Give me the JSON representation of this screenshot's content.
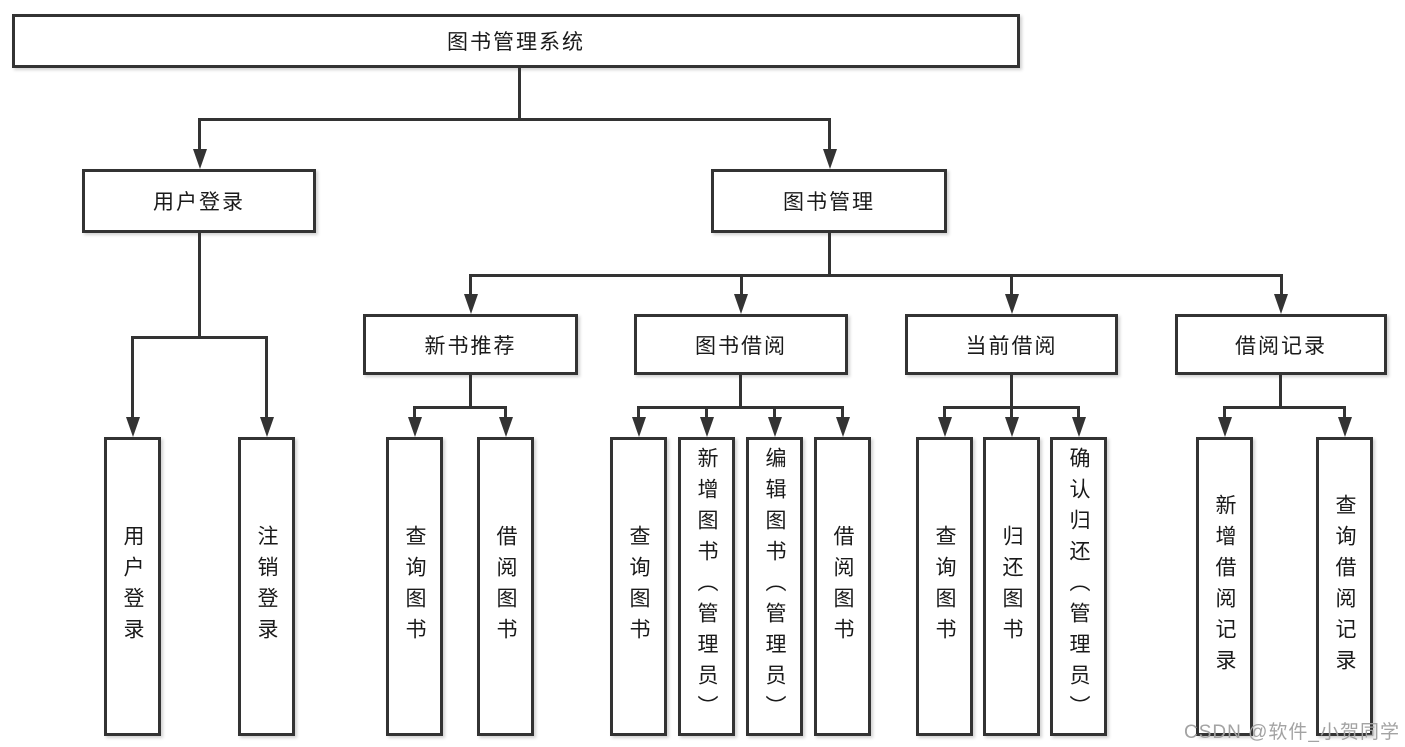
{
  "diagram": {
    "root": {
      "label": "图书管理系统"
    },
    "level2": {
      "user_login": {
        "label": "用户登录"
      },
      "book_mgmt": {
        "label": "图书管理"
      }
    },
    "level3": {
      "new_books": {
        "label": "新书推荐"
      },
      "borrowing": {
        "label": "图书借阅"
      },
      "current": {
        "label": "当前借阅"
      },
      "records": {
        "label": "借阅记录"
      }
    },
    "level4": {
      "user_login_1": {
        "label": "用户登录"
      },
      "user_login_2": {
        "label": "注销登录"
      },
      "new_books_1": {
        "label": "查询图书"
      },
      "new_books_2": {
        "label": "借阅图书"
      },
      "borrowing_1": {
        "label": "查询图书"
      },
      "borrowing_2": {
        "label": "新增图书（管理员）"
      },
      "borrowing_3": {
        "label": "编辑图书（管理员）"
      },
      "borrowing_4": {
        "label": "借阅图书"
      },
      "current_1": {
        "label": "查询图书"
      },
      "current_2": {
        "label": "归还图书"
      },
      "current_3": {
        "label": "确认归还（管理员）"
      },
      "records_1": {
        "label": "新增借阅记录"
      },
      "records_2": {
        "label": "查询借阅记录"
      }
    }
  },
  "watermark": {
    "text": "CSDN @软件_小贺同学"
  },
  "colors": {
    "line": "#333333",
    "text": "#1a1a1a",
    "background": "#ffffff",
    "watermark": "#a3a3a3"
  }
}
